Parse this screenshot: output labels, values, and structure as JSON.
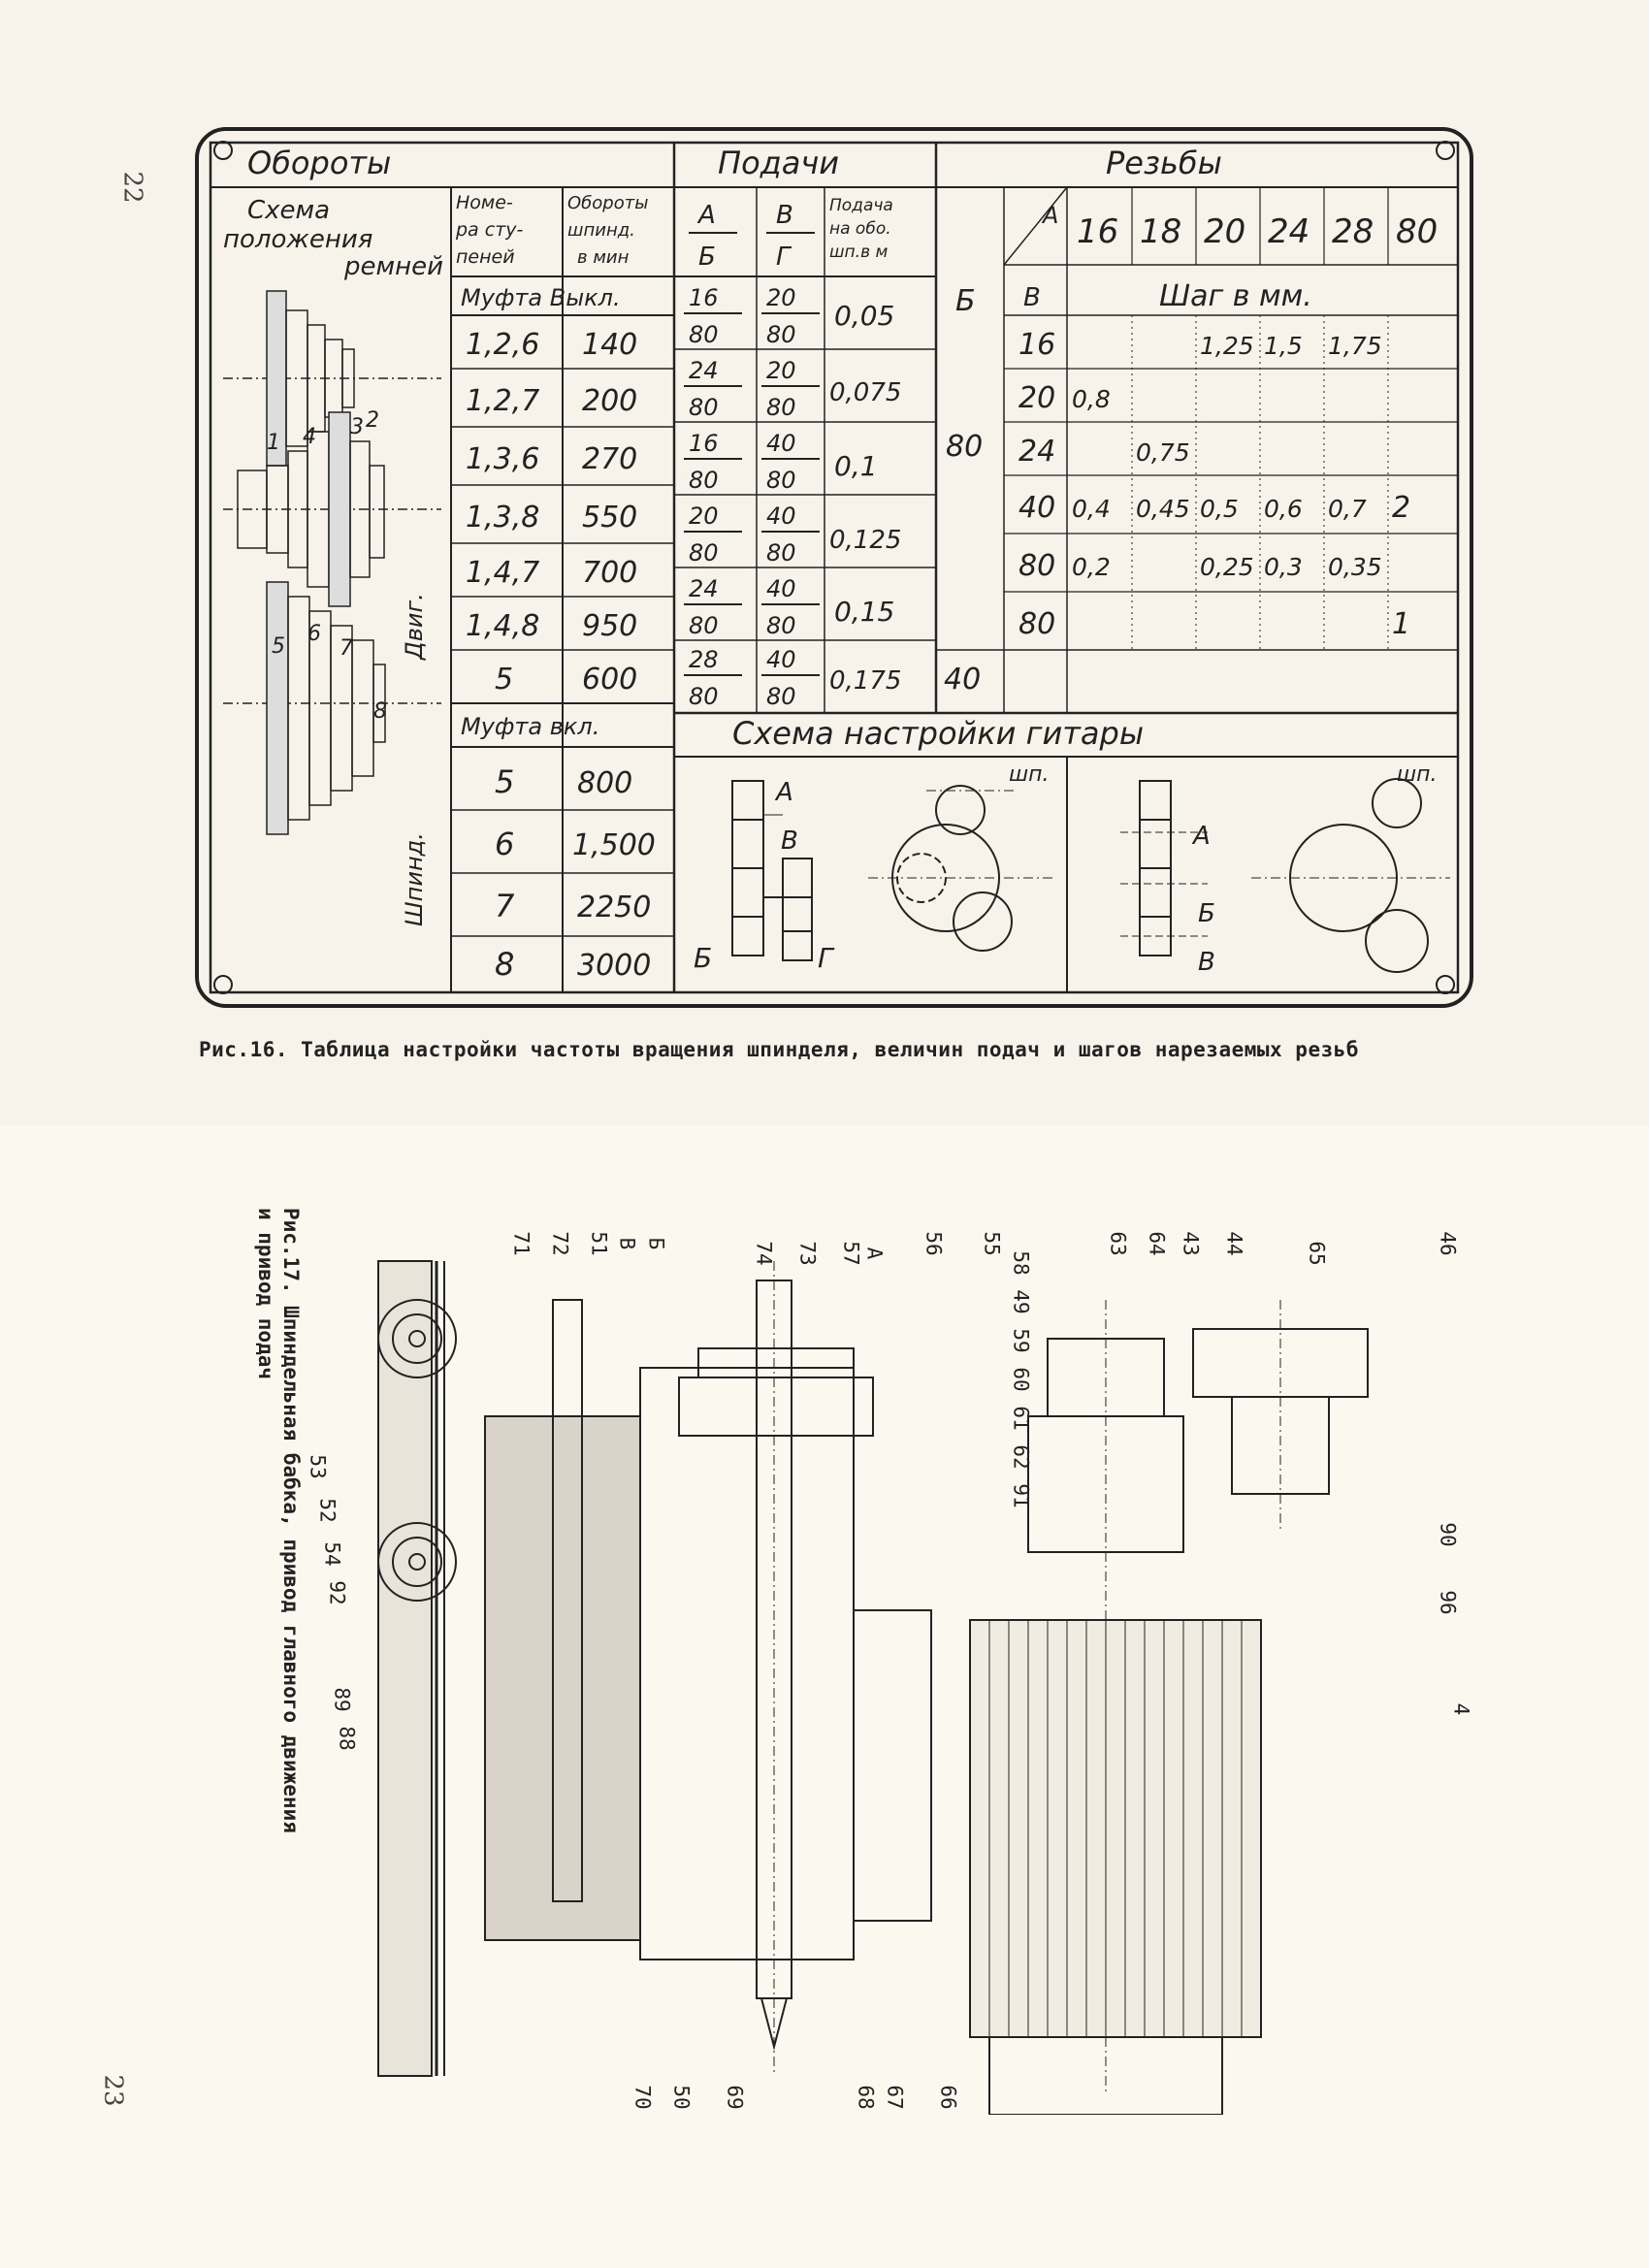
{
  "page_numbers": {
    "top": "22",
    "bottom": "23"
  },
  "table": {
    "obороты_header": "Обороты",
    "podachi_header": "Подачи",
    "rezby_header": "Резьбы",
    "belt_scheme_label": "Схема положения ремней",
    "steps_header": "Номе-ра сту-пеней",
    "rpm_header": "Обороты шпинд. в мин",
    "clutch_off": "Муфта Выкл.",
    "clutch_on": "Муфта вкл.",
    "rows_off": [
      {
        "step": "1,2,6",
        "rpm": "140"
      },
      {
        "step": "1,2,7",
        "rpm": "200"
      },
      {
        "step": "1,3,6",
        "rpm": "270"
      },
      {
        "step": "1,3,8",
        "rpm": "550"
      },
      {
        "step": "1,4,7",
        "rpm": "700"
      },
      {
        "step": "1,4,8",
        "rpm": "950"
      },
      {
        "step": "5",
        "rpm": "600"
      }
    ],
    "rows_on": [
      {
        "step": "5",
        "rpm": "800"
      },
      {
        "step": "6",
        "rpm": "1,500"
      },
      {
        "step": "7",
        "rpm": "2250"
      },
      {
        "step": "8",
        "rpm": "3000"
      }
    ],
    "belt_labels": {
      "dvig": "Двиг.",
      "shpind": "Шпинд.",
      "nums": [
        "1",
        "2",
        "3",
        "4",
        "5",
        "6",
        "7",
        "8"
      ]
    },
    "feed_headers": {
      "a": "А",
      "b": "Б",
      "v": "В",
      "g": "Г",
      "feed": "Подача на обо. шп.в м"
    },
    "feed_rows": [
      {
        "ab": [
          "16",
          "80"
        ],
        "vg": [
          "20",
          "80"
        ],
        "feed": "0,05"
      },
      {
        "ab": [
          "24",
          "80"
        ],
        "vg": [
          "20",
          "80"
        ],
        "feed": "0,075"
      },
      {
        "ab": [
          "16",
          "80"
        ],
        "vg": [
          "40",
          "80"
        ],
        "feed": "0,1"
      },
      {
        "ab": [
          "20",
          "80"
        ],
        "vg": [
          "40",
          "80"
        ],
        "feed": "0,125"
      },
      {
        "ab": [
          "24",
          "80"
        ],
        "vg": [
          "40",
          "80"
        ],
        "feed": "0,15"
      },
      {
        "ab": [
          "28",
          "80"
        ],
        "vg": [
          "40",
          "80"
        ],
        "feed": "0,175"
      }
    ],
    "thread": {
      "corner_a": "А",
      "corner_b": "Б",
      "corner_v": "В",
      "a_values": [
        "16",
        "18",
        "20",
        "24",
        "28",
        "80"
      ],
      "pitch_label": "Шаг в мм.",
      "b_values": [
        {
          "v": "80",
          "rows": 5
        },
        {
          "v": "40",
          "rows": 1
        }
      ],
      "rows": [
        {
          "v": "16",
          "cells": [
            "",
            "",
            "1,25",
            "1,5",
            "1,75",
            ""
          ]
        },
        {
          "v": "20",
          "cells": [
            "0,8",
            "",
            "",
            "",
            "",
            ""
          ]
        },
        {
          "v": "24",
          "cells": [
            "",
            "0,75",
            "",
            "",
            "",
            ""
          ]
        },
        {
          "v": "40",
          "cells": [
            "0,4",
            "0,45",
            "0,5",
            "0,6",
            "0,7",
            "2"
          ]
        },
        {
          "v": "80",
          "cells": [
            "0,2",
            "",
            "0,25",
            "0,3",
            "0,35",
            ""
          ]
        },
        {
          "v": "80",
          "cells": [
            "",
            "",
            "",
            "",
            "",
            "1"
          ]
        }
      ]
    },
    "guitar_title": "Схема настройки гитары",
    "guitar_left": {
      "a": "А",
      "v": "В",
      "b": "Б",
      "g": "Г",
      "sp": "шп."
    },
    "guitar_right": {
      "a": "А",
      "b": "Б",
      "v": "В",
      "sp": "шп."
    }
  },
  "caption_16": "Рис.16. Таблица настройки частоты вращения шпинделя, величин подач и шагов нарезаемых резьб",
  "caption_17": [
    "Рис.17. Шпиндельная бабка, привод главного движения",
    "и привод подач"
  ],
  "callouts_left": [
    "71",
    "72",
    "51",
    "В",
    "Б",
    "74",
    "73",
    "57",
    "А",
    "56",
    "55"
  ],
  "callouts_mid": [
    "58",
    "49",
    "59",
    "60",
    "61",
    "62",
    "91"
  ],
  "callouts_right": [
    "63",
    "64",
    "43",
    "44",
    "65",
    "46"
  ],
  "callouts_right2": [
    "90",
    "96",
    "4"
  ],
  "callouts_bottom_left": [
    "53",
    "52",
    "54",
    "92",
    "89",
    "88"
  ],
  "callouts_bottom": [
    "70",
    "50",
    "69",
    "68",
    "67",
    "66"
  ]
}
